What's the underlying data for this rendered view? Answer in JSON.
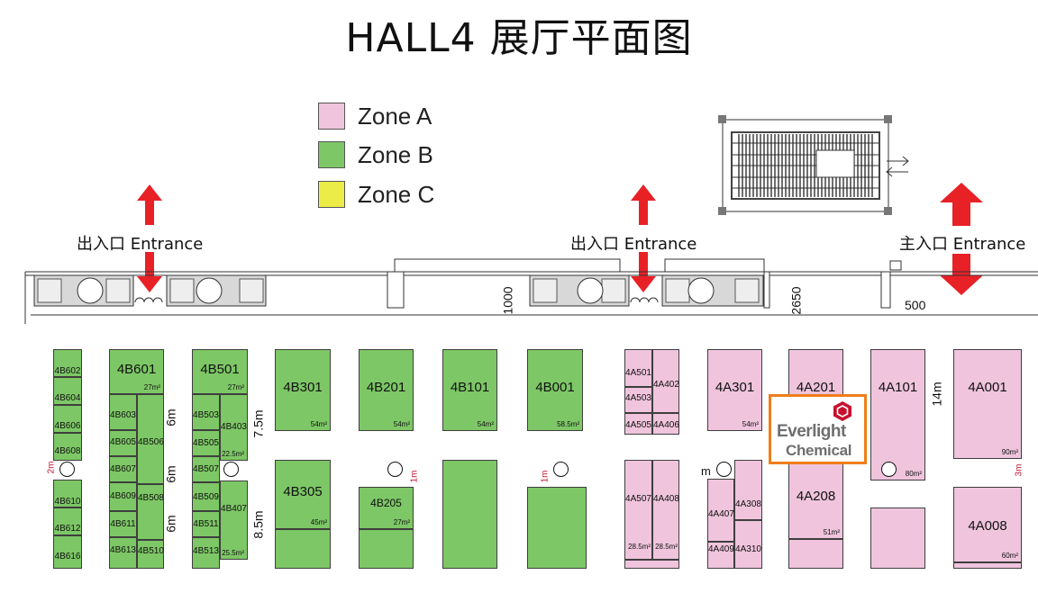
{
  "title": "HALL4 展厅平面图",
  "legend": [
    {
      "label": "Zone A",
      "color": "#efc4dc"
    },
    {
      "label": "Zone B",
      "color": "#7dc766"
    },
    {
      "label": "Zone C",
      "color": "#ecec48"
    }
  ],
  "entrances": {
    "left": "出入口 Entrance",
    "middle": "出入口 Entrance",
    "main": "主入口 Entrance"
  },
  "dimensions": {
    "d1000": "1000",
    "d2650": "2650",
    "d500": "500",
    "m6a": "6m",
    "m6b": "6m",
    "m6c": "6m",
    "m75": "7.5m",
    "m85": "8.5m",
    "m14": "14m",
    "r2m": "2m",
    "r1ma": "1m",
    "r1mb": "1m",
    "r3m": "3m",
    "mPartial": "m"
  },
  "booths": {
    "b4B602": "4B602",
    "b4B604": "4B604",
    "b4B606": "4B606",
    "b4B608": "4B608",
    "b4B610": "4B610",
    "b4B612": "4B612",
    "b4B616": "4B616",
    "b4B601": "4B601",
    "a4B601": "27m²",
    "b4B603": "4B603",
    "b4B605": "4B605",
    "b4B607": "4B607",
    "b4B609": "4B609",
    "b4B611": "4B611",
    "b4B613": "4B613",
    "b4B506": "4B506",
    "b4B508": "4B508",
    "b4B510": "4B510",
    "b4B501": "4B501",
    "a4B501": "27m²",
    "b4B503": "4B503",
    "b4B505": "4B505",
    "b4B507": "4B507",
    "b4B509": "4B509",
    "b4B511": "4B511",
    "b4B513": "4B513",
    "b4B403": "4B403",
    "a4B403": "22.5m²",
    "b4B407": "4B407",
    "a4B407": "25.5m²",
    "b4B301": "4B301",
    "a4B301": "54m²",
    "b4B305": "4B305",
    "a4B305": "45m²",
    "b4B201": "4B201",
    "a4B201": "54m²",
    "b4B205": "4B205",
    "a4B205": "27m²",
    "b4B101": "4B101",
    "a4B101": "54m²",
    "b4B001": "4B001",
    "a4B001": "58.5m²",
    "b4A501": "4A501",
    "b4A503": "4A503",
    "b4A505": "4A505",
    "b4A402": "4A402",
    "b4A406": "4A406",
    "b4A507": "4A507",
    "a4A507": "28.5m²",
    "b4A408": "4A408",
    "a4A408": "28.5m²",
    "b4A301": "4A301",
    "a4A301": "54m²",
    "b4A407": "4A407",
    "b4A409": "4A409",
    "b4A308": "4A308",
    "b4A310": "4A310",
    "b4A201": "4A201",
    "b4A208": "4A208",
    "a4A208": "51m²",
    "b4A101": "4A101",
    "a4A101": "80m²",
    "b4A001": "4A001",
    "a4A001": "90m²",
    "b4A008": "4A008",
    "a4A008": "60m²"
  },
  "logo": {
    "line1": "Everlight",
    "line2": "Chemical",
    "color": "#f07e1a",
    "mark_color": "#c8102e"
  }
}
